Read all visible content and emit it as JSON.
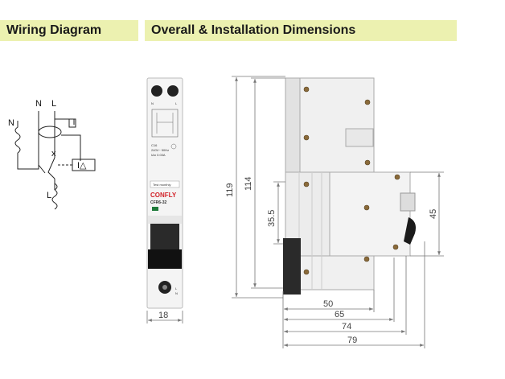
{
  "headers": {
    "wiring": "Wiring Diagram",
    "dimensions": "Overall & Installation Dimensions"
  },
  "wiring": {
    "n_top": "N",
    "l_top": "L",
    "n_left": "N",
    "l_bottom": "L",
    "x_mark": "x",
    "delta_box": "I△"
  },
  "front": {
    "terminal_top_n": "N",
    "terminal_top_l": "L",
    "rating": "C16",
    "voltage": "240V~ 50Hz",
    "trip": "IΔn 0.03A",
    "test_button": "Test monthly",
    "brand": "CONFLY",
    "model": "CFR6-32",
    "terminal_bottom_l": "L",
    "terminal_bottom_n": "N"
  },
  "dimensions": {
    "width": "18",
    "height_overall": "119",
    "height_mount": "114",
    "rail_to_top": "35.5",
    "front_height": "45",
    "depth_50": "50",
    "depth_65": "65",
    "depth_74": "74",
    "depth_79": "79"
  },
  "colors": {
    "header_bg": "#ecf1b0",
    "brand_red": "#d2232a",
    "dim_line": "#777777"
  }
}
